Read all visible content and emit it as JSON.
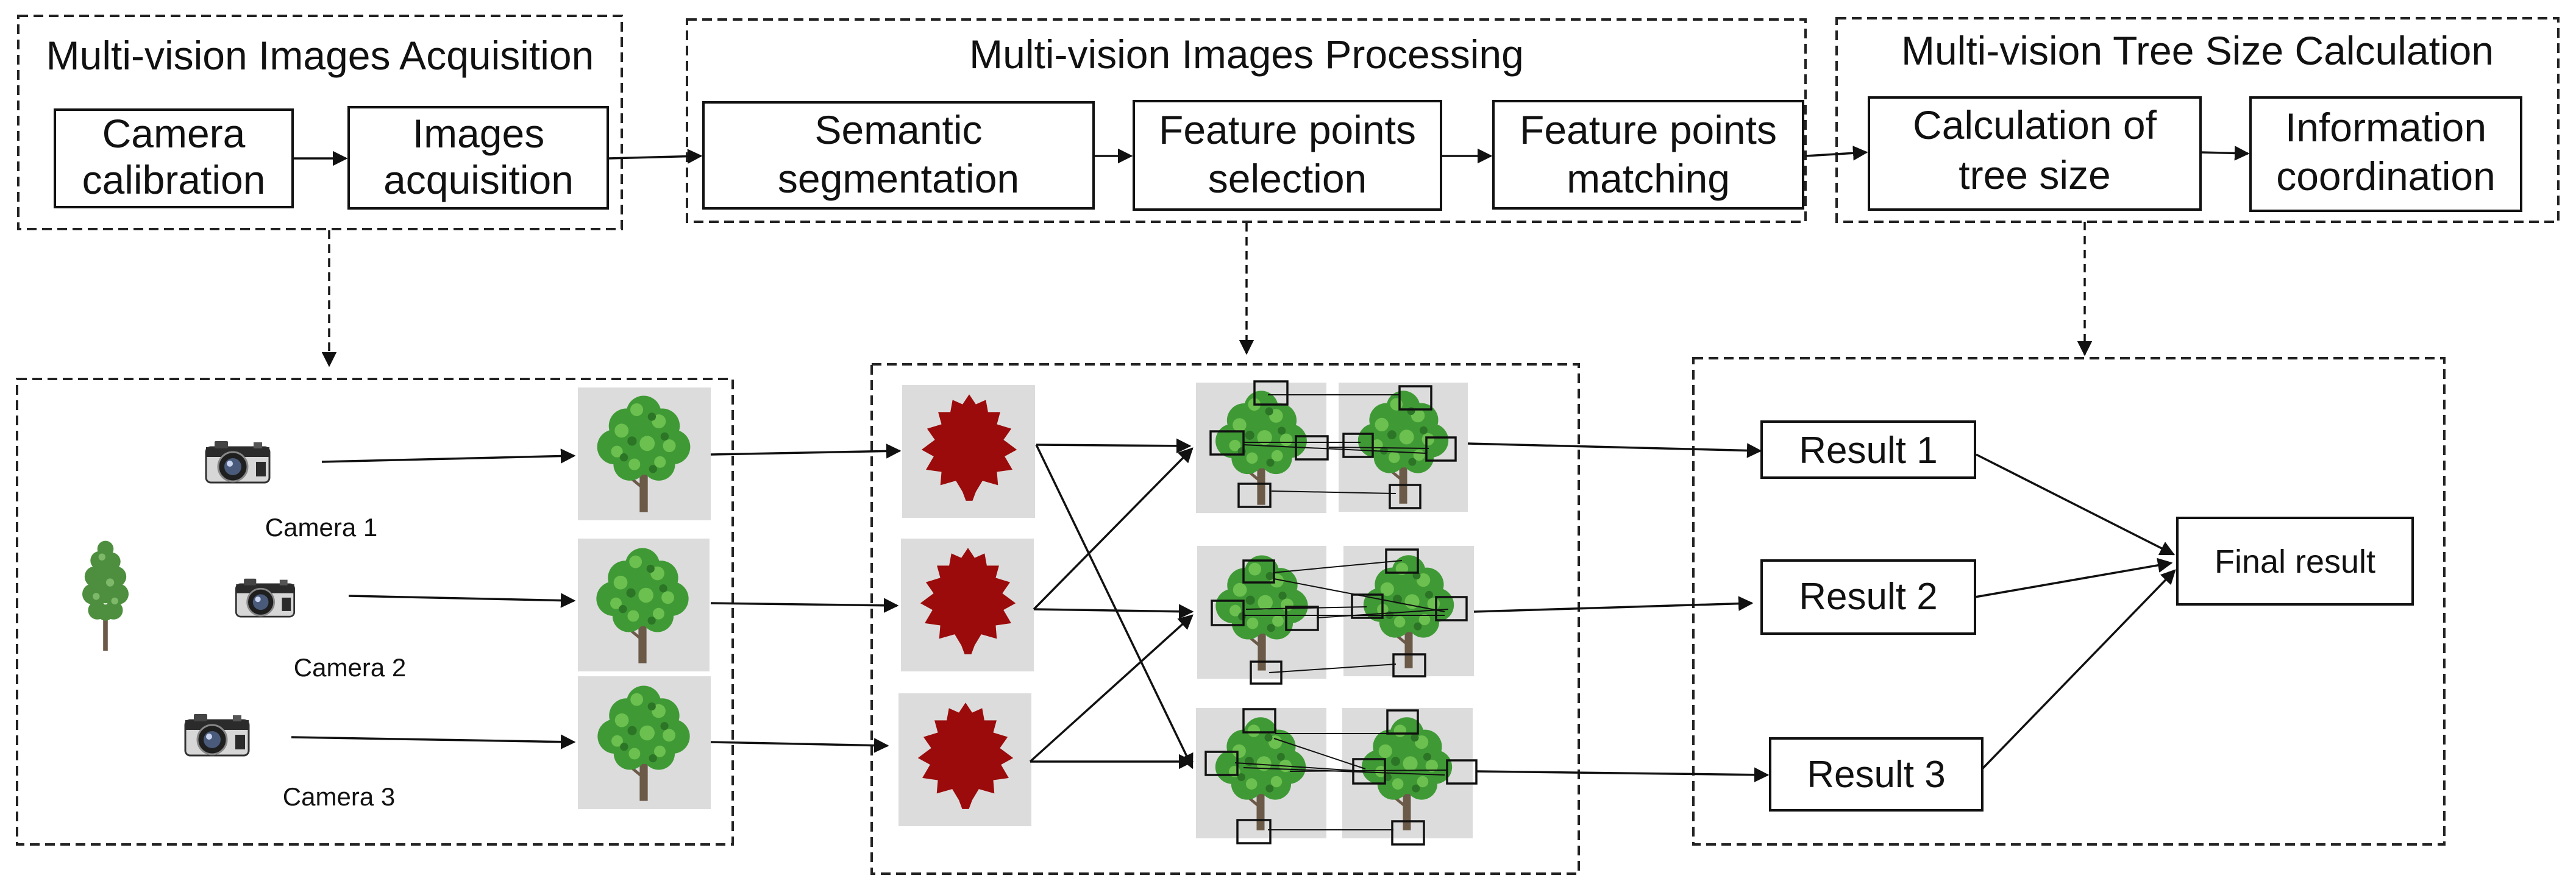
{
  "stages": {
    "acquisition": {
      "title": "Multi-vision Images Acquisition",
      "steps": [
        {
          "line1": "Camera",
          "line2": "calibration"
        },
        {
          "line1": "Images",
          "line2": "acquisition"
        }
      ]
    },
    "processing": {
      "title": "Multi-vision Images Processing",
      "steps": [
        {
          "line1": "Semantic",
          "line2": "segmentation"
        },
        {
          "line1": "Feature points",
          "line2": "selection"
        },
        {
          "line1": "Feature points",
          "line2": "matching"
        }
      ]
    },
    "calculation": {
      "title": "Multi-vision Tree Size Calculation",
      "steps": [
        {
          "line1": "Calculation of",
          "line2": "tree size"
        },
        {
          "line1": "Information",
          "line2": "coordination"
        }
      ]
    }
  },
  "cameras": [
    "Camera 1",
    "Camera 2",
    "Camera 3"
  ],
  "results": [
    "Result 1",
    "Result 2",
    "Result 3"
  ],
  "final_result": "Final result",
  "colors": {
    "foliage": "#3f9a35",
    "foliage_light": "#6cc04f",
    "trunk": "#6b5a48",
    "segmentation_mask": "#9b0b0b",
    "thumbnail_bg": "#dcdcdc",
    "outline": "#111111"
  },
  "icons": [
    "tree-icon",
    "camera-icon",
    "segmentation-mask-icon",
    "feature-box-icon"
  ]
}
